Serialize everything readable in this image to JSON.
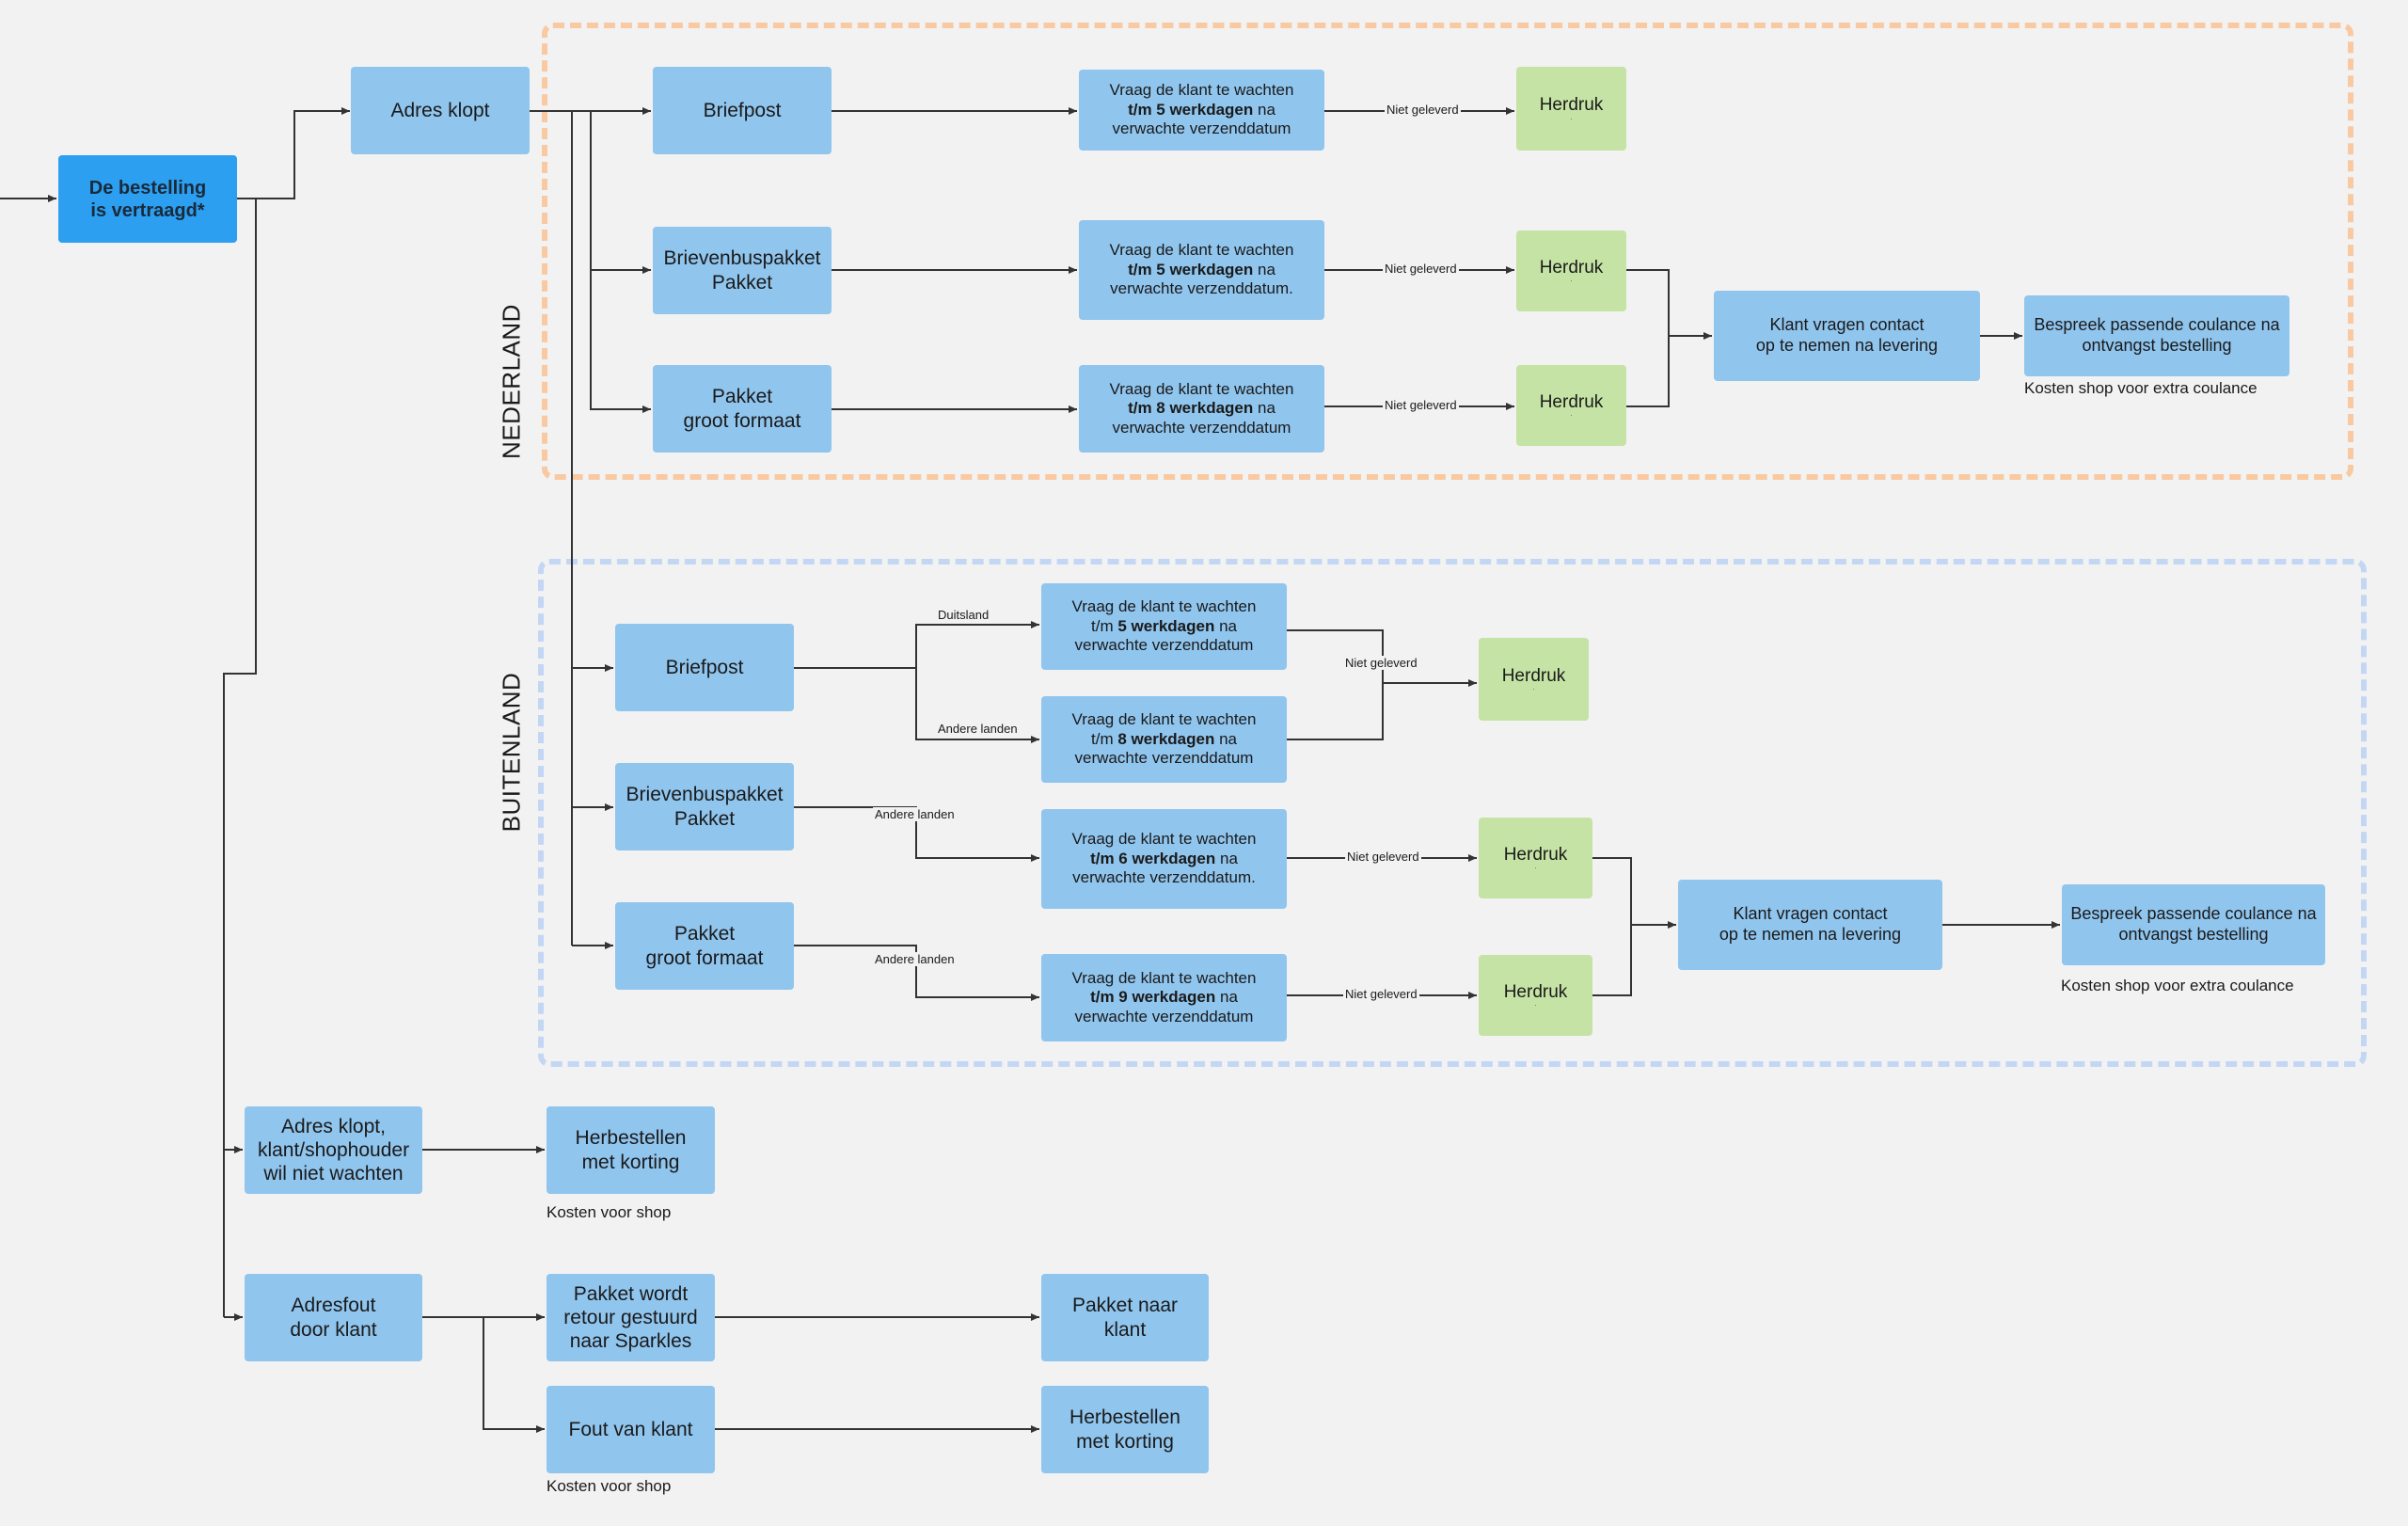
{
  "regions": {
    "nederland": "NEDERLAND",
    "buitenland": "BUITENLAND"
  },
  "nodes": {
    "start": [
      "De bestelling",
      "is vertraagd*"
    ],
    "adres_klopt": [
      "Adres klopt"
    ],
    "nl_briefpost": [
      "Briefpost"
    ],
    "nl_brievenbus": [
      "Brievenbuspakket",
      "Pakket"
    ],
    "nl_groot": [
      "Pakket",
      "groot formaat"
    ],
    "nl_wait1": {
      "pre": "Vraag de klant te wachten",
      "bold": "t/m 5 werkdagen",
      "post": "na",
      "last": "verwachte verzenddatum"
    },
    "nl_wait2": {
      "pre": "Vraag de klant te wachten",
      "bold": "t/m 5 werkdagen",
      "post": "na",
      "last": "verwachte verzenddatum."
    },
    "nl_wait3": {
      "pre": "Vraag de klant  te wachten",
      "bold": "t/m 8 werkdagen",
      "post": "na",
      "last": "verwachte verzenddatum"
    },
    "nl_herdruk1": "Herdruk",
    "nl_herdruk2": "Herdruk",
    "nl_herdruk3": "Herdruk",
    "nl_contact": [
      "Klant vragen contact",
      "op te nemen na levering"
    ],
    "nl_coulance": [
      "Bespreek passende coulance na",
      "ontvangst bestelling"
    ],
    "bl_briefpost": [
      "Briefpost"
    ],
    "bl_brievenbus": [
      "Brievenbuspakket",
      "Pakket"
    ],
    "bl_groot": [
      "Pakket",
      "groot formaat"
    ],
    "bl_wait_de": {
      "pre": "Vraag de klant te wachten",
      "bold": "5 werkdagen",
      "boldpre": "t/m ",
      "post": "na",
      "last": "verwachte verzenddatum"
    },
    "bl_wait_al": {
      "pre": "Vraag de klant te wachten",
      "bold": "8 werkdagen",
      "boldpre": "t/m ",
      "post": "na",
      "last": "verwachte verzenddatum"
    },
    "bl_wait6": {
      "pre": "Vraag de klant te wachten",
      "bold": "t/m 6 werkdagen",
      "post": "na",
      "last": "verwachte verzenddatum."
    },
    "bl_wait9": {
      "pre": "Vraag de klant  te wachten",
      "bold": "t/m 9 werkdagen",
      "post": "na",
      "last": "verwachte verzenddatum"
    },
    "bl_herdruk1": "Herdruk",
    "bl_herdruk2": "Herdruk",
    "bl_herdruk3": "Herdruk",
    "bl_contact": [
      "Klant vragen contact",
      "op te nemen na levering"
    ],
    "bl_coulance": [
      "Bespreek passende coulance na",
      "ontvangst bestelling"
    ],
    "wil_niet": [
      "Adres klopt,",
      "klant/shophouder",
      "wil niet wachten"
    ],
    "herbestellen1": [
      "Herbestellen",
      "met korting"
    ],
    "adresfout": [
      "Adresfout",
      "door klant"
    ],
    "retour": [
      "Pakket wordt",
      "retour gestuurd",
      "naar Sparkles"
    ],
    "fout_klant": [
      "Fout van klant"
    ],
    "pakket_naar": [
      "Pakket naar",
      "klant"
    ],
    "herbestellen2": [
      "Herbestellen",
      "met korting"
    ]
  },
  "edge_labels": {
    "niet_geleverd": "Niet geleverd",
    "duitsland": "Duitsland",
    "andere_landen": "Andere landen"
  },
  "notes": {
    "kosten_extra_coulance": "Kosten shop voor extra coulance",
    "kosten_shop": "Kosten voor shop"
  },
  "colors": {
    "node_blue": "#90c5ee",
    "node_dark_blue": "#2d9ff0",
    "node_green": "#c5e3a4",
    "group_nederland": "#f9c9a2",
    "group_buitenland": "#c3d7f5",
    "edge": "#333333"
  }
}
